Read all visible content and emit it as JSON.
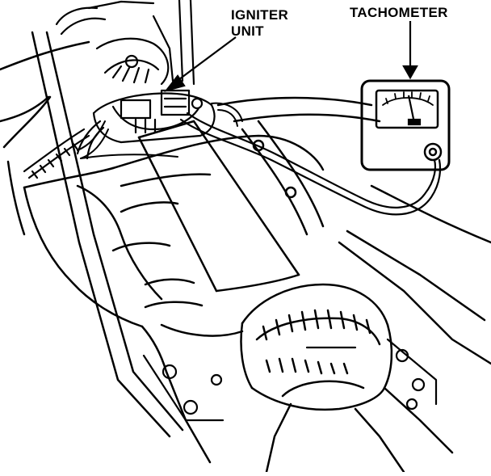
{
  "labels": {
    "igniter_line1": "IGNITER",
    "igniter_line2": "UNIT",
    "tachometer": "TACHOMETER"
  },
  "colors": {
    "ink": "#000000",
    "paper": "#ffffff"
  }
}
